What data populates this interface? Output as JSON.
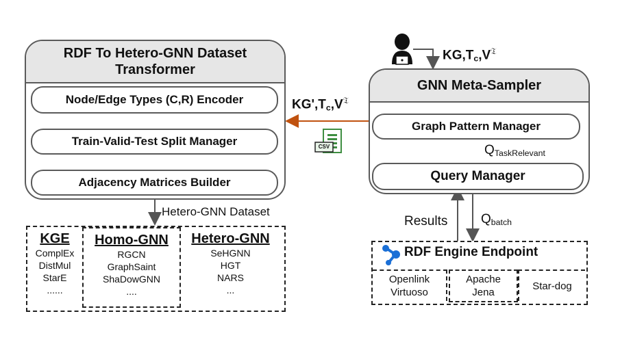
{
  "transformer": {
    "title": "RDF To Hetero-GNN Dataset Transformer",
    "steps": [
      "Node/Edge Types (C,R) Encoder",
      "Train-Valid-Test Split Manager",
      "Adjacency Matrices Builder"
    ]
  },
  "sampler": {
    "title": "GNN Meta-Sampler",
    "pattern_manager": "Graph Pattern Manager",
    "query_manager": "Query Manager"
  },
  "labels": {
    "user_input_main": "KG,T",
    "user_input_sub": "c",
    "user_input_v": ",V",
    "transform_input_main": "KG',T",
    "transform_input_sub": "c",
    "transform_input_v": ",V",
    "frak_symbol": "𝔗",
    "q_task_main": "Q",
    "q_task_sub": "TaskRelevant",
    "results": "Results",
    "q_batch_main": "Q",
    "q_batch_sub": "batch",
    "dataset_output": "Hetero-GNN Dataset",
    "csv_icon_text": "CSV"
  },
  "models": [
    {
      "title": "KGE",
      "items": [
        "ComplEx",
        "DistMul",
        "StarE",
        "......"
      ]
    },
    {
      "title": "Homo-GNN",
      "items": [
        "RGCN",
        "GraphSaint",
        "ShaDowGNN",
        "...."
      ]
    },
    {
      "title": "Hetero-GNN",
      "items": [
        "SeHGNN",
        "HGT",
        "NARS",
        "..."
      ]
    }
  ],
  "engine": {
    "title": "RDF Engine Endpoint",
    "options": [
      {
        "line1": "Openlink",
        "line2": "Virtuoso"
      },
      {
        "line1": "Apache",
        "line2": "Jena"
      },
      {
        "line1": "Star-dog",
        "line2": ""
      }
    ]
  },
  "colors": {
    "arrow_orange": "#c0520f",
    "border": "#5a5a5a",
    "header_fill": "#e6e6e6",
    "csv_green": "#3e8e41"
  }
}
